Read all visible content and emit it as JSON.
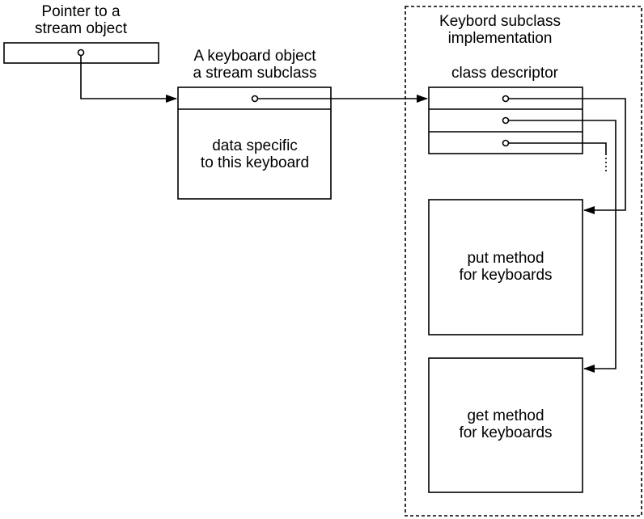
{
  "labels": {
    "pointer_line1": "Pointer to a",
    "pointer_line2": "stream object",
    "keyboard_object_line1": "A keyboard object",
    "keyboard_object_line2": "a stream subclass",
    "keyboard_data_line1": "data specific",
    "keyboard_data_line2": "to this keyboard",
    "implementation_line1": "Keybord subclass",
    "implementation_line2": "implementation",
    "class_descriptor": "class descriptor",
    "put_method_line1": "put method",
    "put_method_line2": "for keyboards",
    "get_method_line1": "get method",
    "get_method_line2": "for keyboards"
  }
}
